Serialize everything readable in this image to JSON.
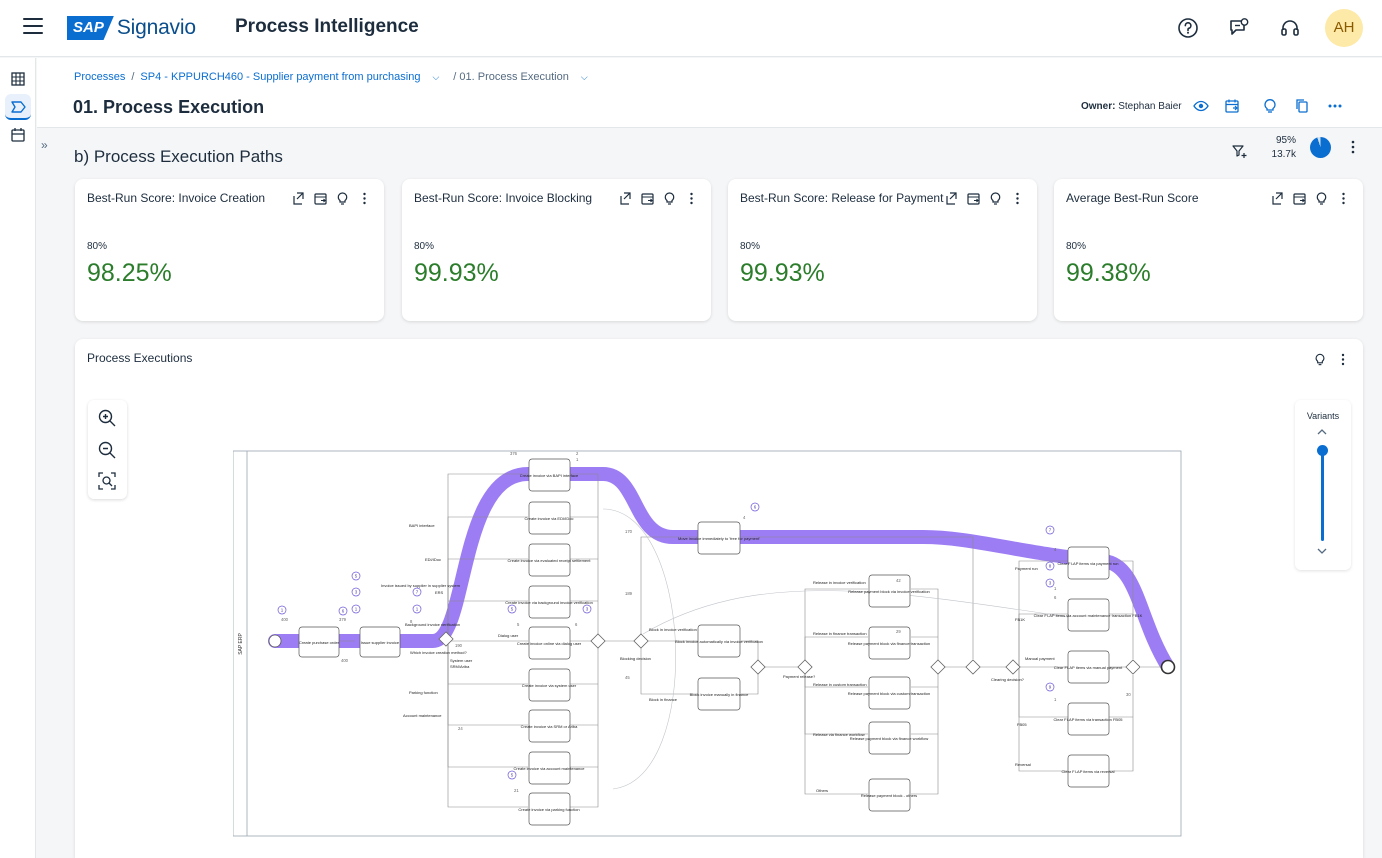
{
  "shell": {
    "logo_sap": "SAP",
    "logo_brand": "Signavio",
    "app_title": "Process Intelligence",
    "avatar_initials": "AH"
  },
  "breadcrumb": {
    "root": "Processes",
    "process": "SP4 - KPPURCH460 - Supplier payment from purchasing",
    "current": "/ 01. Process Execution"
  },
  "page": {
    "title": "01. Process Execution",
    "owner_label": "Owner:",
    "owner_name": "Stephan Baier"
  },
  "section": {
    "title": "b) Process Execution Paths",
    "coverage_pct": "95%",
    "case_count": "13.7k",
    "coverage_fraction": 0.95
  },
  "cards": [
    {
      "title": "Best-Run Score: Invoice Creation",
      "target": "80%",
      "value": "98.25%"
    },
    {
      "title": "Best-Run Score: Invoice Blocking",
      "target": "80%",
      "value": "99.93%"
    },
    {
      "title": "Best-Run Score: Release for Payment",
      "target": "80%",
      "value": "99.93%"
    },
    {
      "title": "Average Best-Run Score",
      "target": "80%",
      "value": "99.38%"
    }
  ],
  "panel": {
    "title": "Process Executions",
    "variants_label": "Variants"
  },
  "diagram": {
    "pool_label": "SAP ERP",
    "tasks": {
      "po": "Create purchase order",
      "supplier": "Issue supplier invoice",
      "bapi": "Create invoice via BAPI interface",
      "edi": "Create invoice via EDI/IDoc",
      "ers": "Create invoice via evaluated receipt settlement",
      "bg": "Create invoice via background invoice verification",
      "dialog": "Create invoice online via dialog user",
      "sys": "Create invoice via system user",
      "srm": "Create invoice via SRM or Ariba",
      "acct": "Create invoice via account maintenance",
      "park": "Create invoice via parking function",
      "move": "Move invoice immediately to 'free for payment'",
      "blockauto": "Block invoice automatically via invoice verification",
      "blockman": "Block invoice manually in finance",
      "rel1": "Release payment block via invoice verification",
      "rel2": "Release payment block via finance transaction",
      "rel3": "Release payment block via custom transaction",
      "rel4": "Release payment block via finance workflow",
      "rel5": "Release payment block - others",
      "clr1": "Clear FI-AP items via payment run",
      "clr2": "Clear FI-AP items via account maintenance transaction FB1K",
      "clr3": "Clear FI-AP items via manual payment",
      "clr4": "Clear FI-AP items via transaction FB05",
      "clr5": "Clear FI-AP items via reversal"
    },
    "edge_labels": {
      "bapi_if": "BAPI interface",
      "edi": "EDI/IDoc",
      "ers": "ERS",
      "bg": "Background invoice verification",
      "dialog": "Dialog user",
      "sys": "System user",
      "srm": "SRM/Ariba",
      "park": "Parking function",
      "acct": "Account maintenance",
      "which": "Which invoice creation method?",
      "blocking": "Blocking decision",
      "block_iv": "Block in invoice verification",
      "block_fin": "Block in finance",
      "rel_iv": "Release in invoice verification",
      "rel_fin": "Release in finance transaction",
      "rel_cust": "Release in custom transaction",
      "rel_wf": "Release via finance workflow",
      "others": "Others",
      "pay_release": "Payment release?",
      "clearing": "Clearing decision?",
      "payment_run": "Payment run",
      "fb1k": "FB1K",
      "manual": "Manual payment",
      "fb05": "FB05",
      "reversal": "Reversal",
      "note": "Invoice issued by supplier in supplier system"
    },
    "counts": {
      "c400": "400",
      "c379": "379",
      "c400b": "400",
      "c376": "376",
      "c2": "2",
      "c4": "4",
      "c170": "170",
      "c189": "189",
      "c45": "45",
      "c190": "190",
      "c24": "24",
      "c21": "21",
      "c5": "5",
      "c6": "6",
      "c8": "8",
      "c42": "42",
      "c29": "29",
      "c1": "1",
      "c30": "30",
      "c4b": "4",
      "c1b": "1",
      "c6b": "6",
      "c1c": "1"
    },
    "badges": [
      "1",
      "2",
      "3",
      "5",
      "6",
      "7",
      "8",
      "9"
    ]
  }
}
